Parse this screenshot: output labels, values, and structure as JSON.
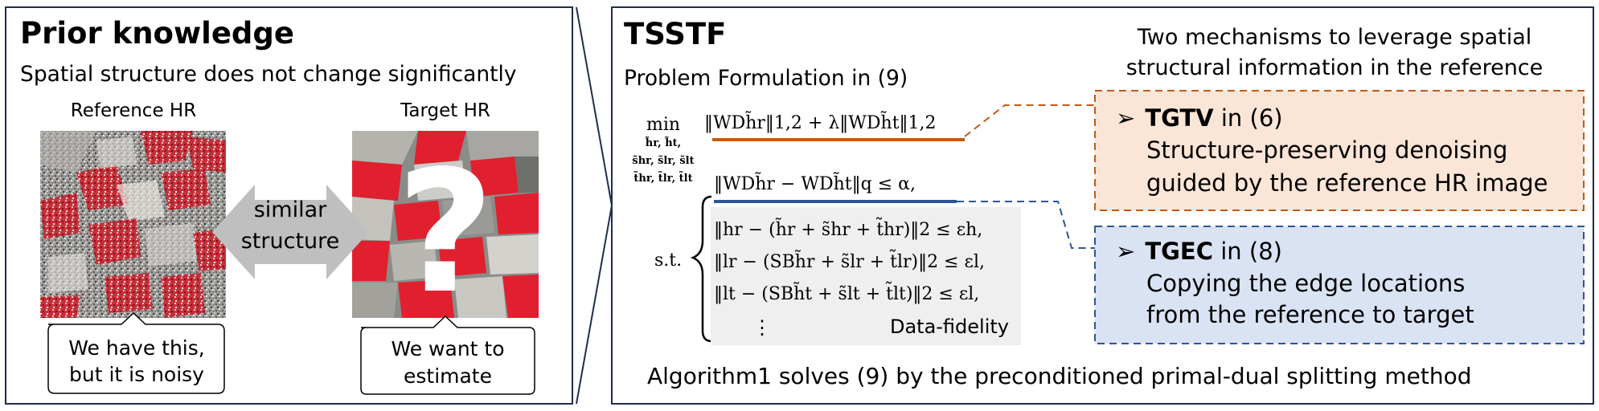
{
  "left_panel": {
    "title": "Prior knowledge",
    "subtitle": "Spatial structure does not change significantly",
    "reference_label": "Reference HR",
    "target_label": "Target HR",
    "arrow_text_line1": "similar",
    "arrow_text_line2": "structure",
    "question_mark": "?",
    "callout_reference_line1": "We have this,",
    "callout_reference_line2": "but it is noisy",
    "callout_target_line1": "We want to",
    "callout_target_line2": "estimate"
  },
  "right_panel": {
    "title": "TSSTF",
    "problem_label": "Problem Formulation in (9)",
    "min_label": "min",
    "min_vars_line1": "h̃r, h̃t,",
    "min_vars_line2": "s̃hr, s̃lr, s̃lt",
    "min_vars_line3": "t̃hr, t̃lr, t̃lt",
    "objective": "‖WDh̃r‖1,2 + λ‖WDh̃t‖1,2",
    "constraint_main": "‖WDh̃r − WDh̃t‖q ≤ α,",
    "st_label": "s.t.",
    "constraint_h": "‖hr − (h̃r + s̃hr + t̃hr)‖2 ≤ εh,",
    "constraint_l": "‖lr − (SBh̃r + s̃lr + t̃lr)‖2 ≤ εl,",
    "constraint_t": "‖lt − (SBh̃t + s̃lt + t̃lt)‖2 ≤ εl,",
    "vdots": "⋮",
    "data_fidelity_label": "Data-fidelity",
    "mechanisms_line1": "Two mechanisms to leverage spatial",
    "mechanisms_line2": "structural information in the reference",
    "tgtv_name": "TGTV",
    "tgtv_ref": " in (6)",
    "tgtv_desc_line1": "Structure-preserving denoising",
    "tgtv_desc_line2": "guided by the reference HR image",
    "tgec_name": "TGEC",
    "tgec_ref": " in (8)",
    "tgec_desc_line1": "Copying the edge locations",
    "tgec_desc_line2": "from the reference to target",
    "arrow_glyph": "➢",
    "algorithm_text": "Algorithm1 solves (9) by the preconditioned primal-dual splitting method"
  },
  "colors": {
    "panel_border": "#1f2d4d",
    "orange": "#c55a11",
    "orange_fill": "#fbe5d6",
    "blue": "#2f5597",
    "blue_fill": "#dae3f3",
    "gray_arrow": "#bfbfbf",
    "fidelity_bg": "#efefef"
  }
}
